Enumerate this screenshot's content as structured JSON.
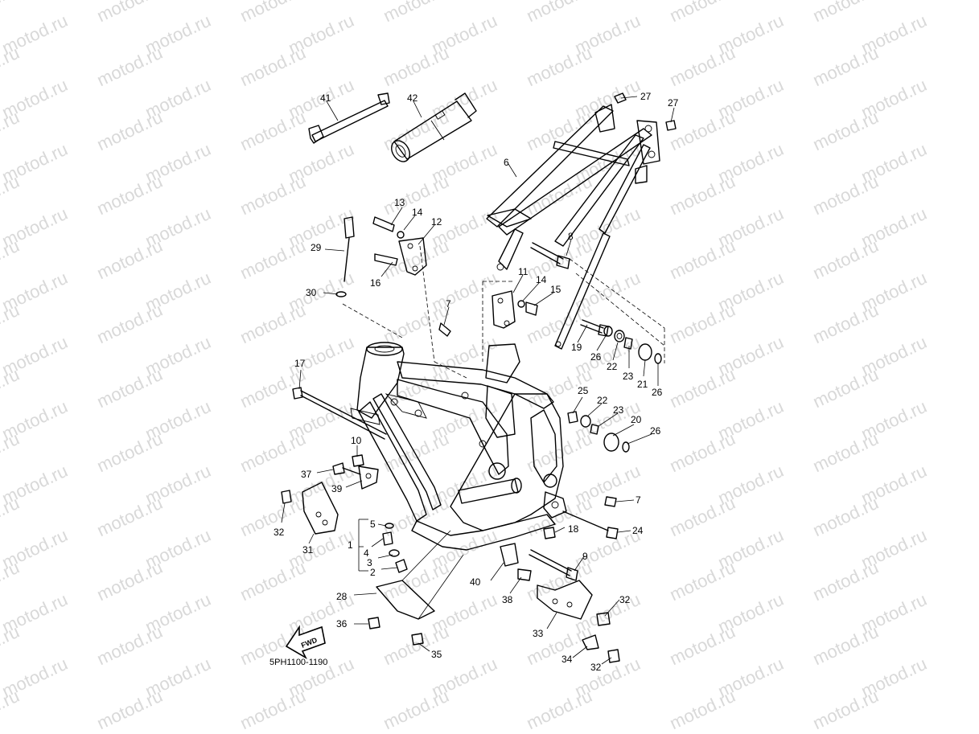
{
  "watermark": {
    "text": "motod.ru"
  },
  "diagram": {
    "code": "5PH1100-1190",
    "fwd_label": "FWD"
  },
  "callouts": [
    {
      "id": "c41",
      "label": "41"
    },
    {
      "id": "c42",
      "label": "42"
    },
    {
      "id": "c27a",
      "label": "27"
    },
    {
      "id": "c27b",
      "label": "27"
    },
    {
      "id": "c6",
      "label": "6"
    },
    {
      "id": "c13",
      "label": "13"
    },
    {
      "id": "c14a",
      "label": "14"
    },
    {
      "id": "c12",
      "label": "12"
    },
    {
      "id": "c29",
      "label": "29"
    },
    {
      "id": "c16",
      "label": "16"
    },
    {
      "id": "c8",
      "label": "8"
    },
    {
      "id": "c30",
      "label": "30"
    },
    {
      "id": "c11",
      "label": "11"
    },
    {
      "id": "c14b",
      "label": "14"
    },
    {
      "id": "c15",
      "label": "15"
    },
    {
      "id": "c7a",
      "label": "7"
    },
    {
      "id": "c19",
      "label": "19"
    },
    {
      "id": "c26a",
      "label": "26"
    },
    {
      "id": "c22a",
      "label": "22"
    },
    {
      "id": "c23a",
      "label": "23"
    },
    {
      "id": "c21",
      "label": "21"
    },
    {
      "id": "c26b",
      "label": "26"
    },
    {
      "id": "c17",
      "label": "17"
    },
    {
      "id": "c25",
      "label": "25"
    },
    {
      "id": "c22b",
      "label": "22"
    },
    {
      "id": "c23b",
      "label": "23"
    },
    {
      "id": "c20",
      "label": "20"
    },
    {
      "id": "c26c",
      "label": "26"
    },
    {
      "id": "c10",
      "label": "10"
    },
    {
      "id": "c37",
      "label": "37"
    },
    {
      "id": "c39",
      "label": "39"
    },
    {
      "id": "c7b",
      "label": "7"
    },
    {
      "id": "c32a",
      "label": "32"
    },
    {
      "id": "c5",
      "label": "5"
    },
    {
      "id": "c18",
      "label": "18"
    },
    {
      "id": "c24",
      "label": "24"
    },
    {
      "id": "c31",
      "label": "31"
    },
    {
      "id": "c1",
      "label": "1"
    },
    {
      "id": "c4",
      "label": "4"
    },
    {
      "id": "c3",
      "label": "3"
    },
    {
      "id": "c9",
      "label": "9"
    },
    {
      "id": "c2",
      "label": "2"
    },
    {
      "id": "c40",
      "label": "40"
    },
    {
      "id": "c28",
      "label": "28"
    },
    {
      "id": "c38",
      "label": "38"
    },
    {
      "id": "c32b",
      "label": "32"
    },
    {
      "id": "c36",
      "label": "36"
    },
    {
      "id": "c33",
      "label": "33"
    },
    {
      "id": "c35",
      "label": "35"
    },
    {
      "id": "c34",
      "label": "34"
    },
    {
      "id": "c32c",
      "label": "32"
    }
  ]
}
